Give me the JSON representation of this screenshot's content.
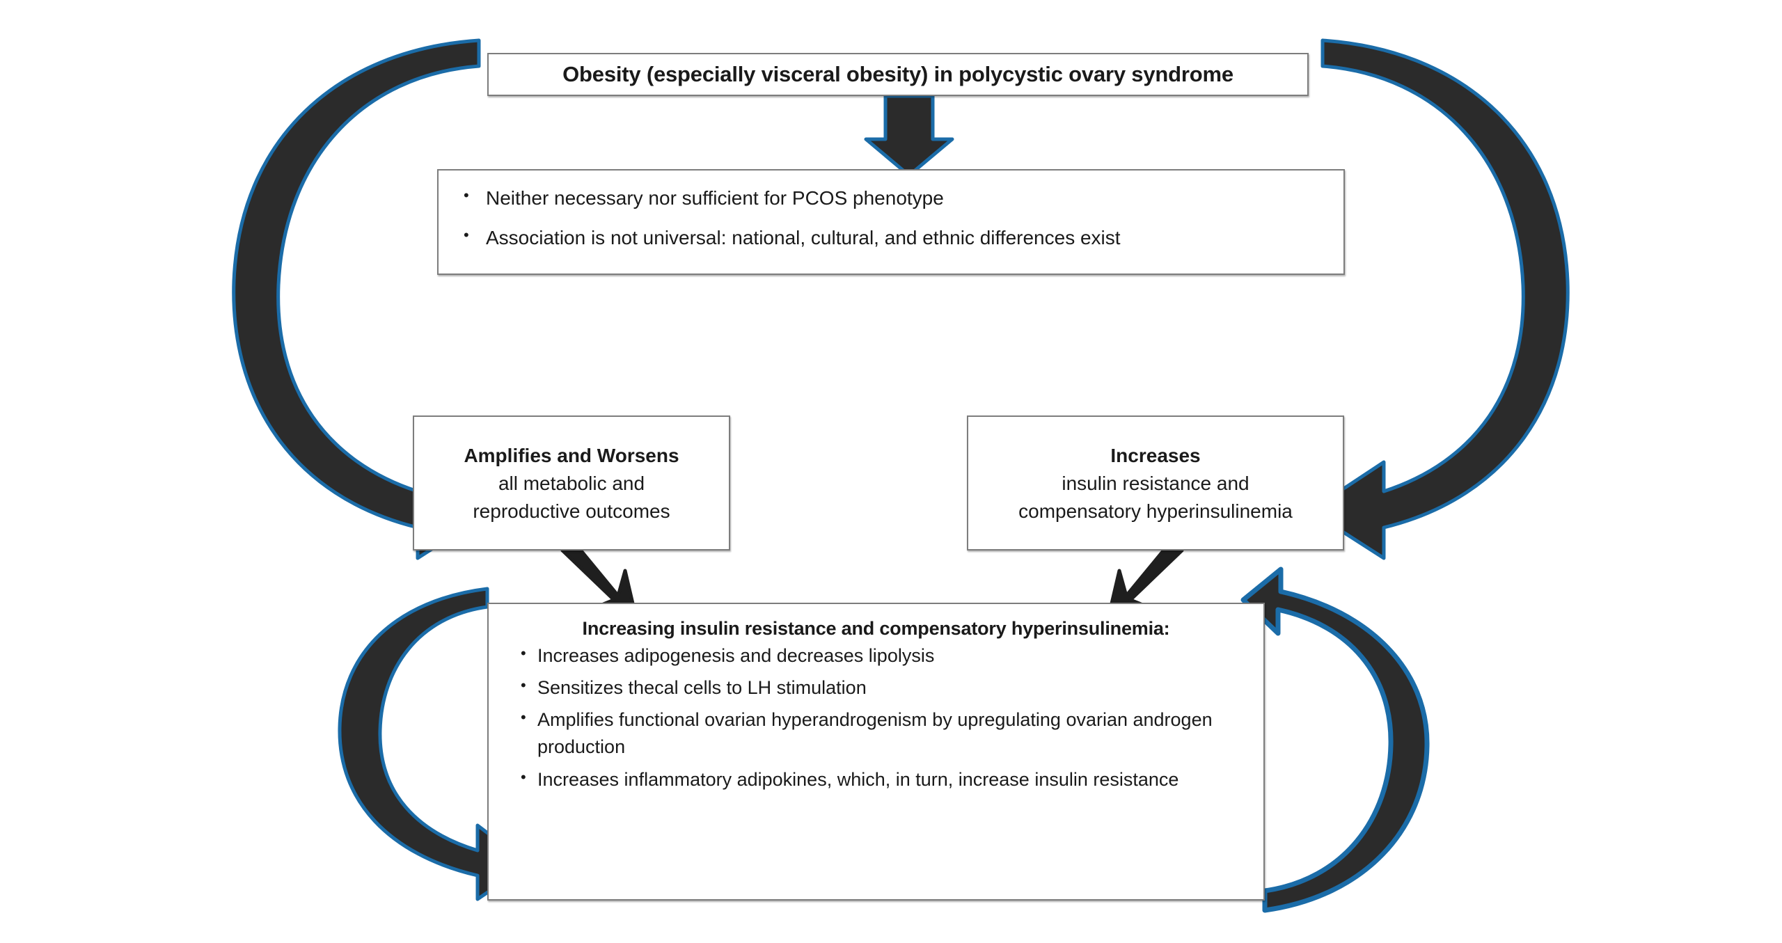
{
  "diagram": {
    "title_box": {
      "text": "Obesity (especially visceral obesity) in polycystic ovary syndrome"
    },
    "caveats_box": {
      "bullets": [
        "Neither necessary nor sufficient for PCOS phenotype",
        "Association is not universal: national, cultural, and ethnic differences exist"
      ]
    },
    "left_box": {
      "heading": "Amplifies and Worsens",
      "line2": "all metabolic and",
      "line3": "reproductive outcomes"
    },
    "right_box": {
      "heading": "Increases",
      "line2": "insulin resistance and",
      "line3": "compensatory hyperinsulinemia"
    },
    "bottom_box": {
      "heading": "Increasing insulin resistance and compensatory hyperinsulinemia:",
      "bullets": [
        "Increases adipogenesis and decreases lipolysis",
        "Sensitizes thecal cells to LH stimulation",
        "Amplifies functional ovarian hyperandrogenism by upregulating ovarian androgen production",
        "Increases inflammatory adipokines, which, in turn, increase insulin resistance"
      ]
    },
    "connectors": [
      {
        "name": "title-to-caveats-arrow",
        "kind": "block-down-arrow"
      },
      {
        "name": "left-outer-loop-arrow",
        "kind": "curved-arrow-clockwise"
      },
      {
        "name": "right-outer-loop-arrow",
        "kind": "curved-arrow-counterclockwise"
      },
      {
        "name": "left-box-to-bottom-arrow",
        "kind": "thin-arrow-down-right"
      },
      {
        "name": "right-box-to-bottom-arrow",
        "kind": "thin-arrow-down-left"
      },
      {
        "name": "bottom-left-loop-arrow",
        "kind": "curved-arrow-clockwise"
      },
      {
        "name": "bottom-right-loop-arrow",
        "kind": "curved-arrow-counterclockwise"
      }
    ],
    "colors": {
      "arrow_fill": "#2b2b2b",
      "arrow_outline": "#1b6ca8",
      "box_border": "#7d7d7d",
      "text": "#1a1a1a",
      "background": "#ffffff"
    }
  }
}
